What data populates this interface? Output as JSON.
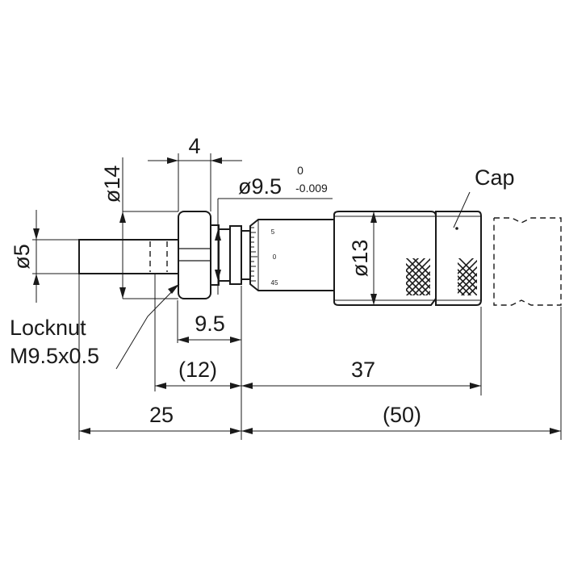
{
  "dimensions": {
    "width_4": "4",
    "dia_14": "ø14",
    "dia_5": "ø5",
    "dia_9_5": "ø9.5",
    "tol_upper": "0",
    "tol_lower": "-0.009",
    "dia_13": "ø13",
    "len_9_5": "9.5",
    "len_12": "(12)",
    "len_37": "37",
    "len_25": "25",
    "len_50": "(50)"
  },
  "labels": {
    "cap": "Cap",
    "locknut_line1": "Locknut",
    "locknut_line2": "M9.5x0.5"
  },
  "thimble_scale": {
    "top": "5",
    "middle": "0",
    "bottom": "45"
  }
}
